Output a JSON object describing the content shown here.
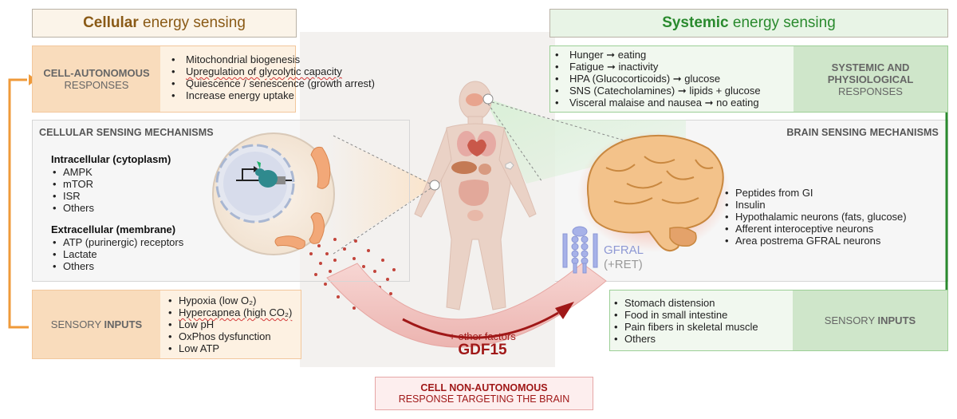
{
  "left": {
    "title_highlight": "Cellular",
    "title_rest": " energy sensing",
    "responses": {
      "label_line1": "CELL-AUTONOMOUS",
      "label_line2": "RESPONSES",
      "items": [
        "Mitochondrial biogenesis",
        "Upregulation of glycolytic capacity",
        "Quiescence / senescence (growth arrest)",
        "Increase energy uptake"
      ]
    },
    "mechanisms": {
      "heading": "CELLULAR SENSING MECHANISMS",
      "intra_heading": "Intracellular (cytoplasm)",
      "intra_items": [
        "AMPK",
        "mTOR",
        "ISR",
        "Others"
      ],
      "extra_heading": "Extracellular (membrane)",
      "extra_items": [
        "ATP (purinergic) receptors",
        "Lactate",
        "Others"
      ]
    },
    "inputs": {
      "label_plain": "SENSORY ",
      "label_bold": "INPUTS",
      "items": [
        "Hypoxia (low O₂)",
        "Hypercapnea (high CO₂)",
        "Low pH",
        "OxPhos dysfunction",
        "Low ATP"
      ]
    }
  },
  "right": {
    "title_highlight": "Systemic",
    "title_rest": " energy sensing",
    "responses": {
      "label_line1": "SYSTEMIC AND",
      "label_line2": "PHYSIOLOGICAL",
      "label_line3": "RESPONSES",
      "items": [
        "Hunger ➞ eating",
        "Fatigue ➞ inactivity",
        "HPA (Glucocorticoids) ➞ glucose",
        "SNS (Catecholamines) ➞ lipids + glucose",
        "Visceral malaise and nausea ➞ no eating"
      ]
    },
    "mechanisms": {
      "heading": "BRAIN SENSING MECHANISMS",
      "items": [
        "Peptides from GI",
        "Insulin",
        "Hypothalamic neurons (fats, glucose)",
        "Afferent interoceptive neurons",
        "Area postrema GFRAL neurons"
      ],
      "receptor_line1": "GFRAL",
      "receptor_line2": "(+RET)"
    },
    "inputs": {
      "label_plain": "SENSORY ",
      "label_bold": "INPUTS",
      "items": [
        "Stomach distension",
        "Food in small intestine",
        "Pain fibers in skeletal muscle",
        "Others"
      ]
    }
  },
  "center": {
    "factors": "+ other factors",
    "gdf15": "GDF15",
    "bottom_line1": "CELL NON-AUTONOMOUS",
    "bottom_line2": "RESPONSE TARGETING THE BRAIN"
  },
  "colors": {
    "orange_arrow": "#ef9a3a",
    "green_arrow": "#2a8a2e",
    "gdf15_red": "#a01818",
    "accent_orange_text": "#8a5a16",
    "accent_green_text": "#2a8a2e"
  },
  "icons": [
    "body-silhouette",
    "cell-nucleus",
    "mitochondria",
    "brain",
    "gfral-receptor",
    "curved-arrow"
  ]
}
